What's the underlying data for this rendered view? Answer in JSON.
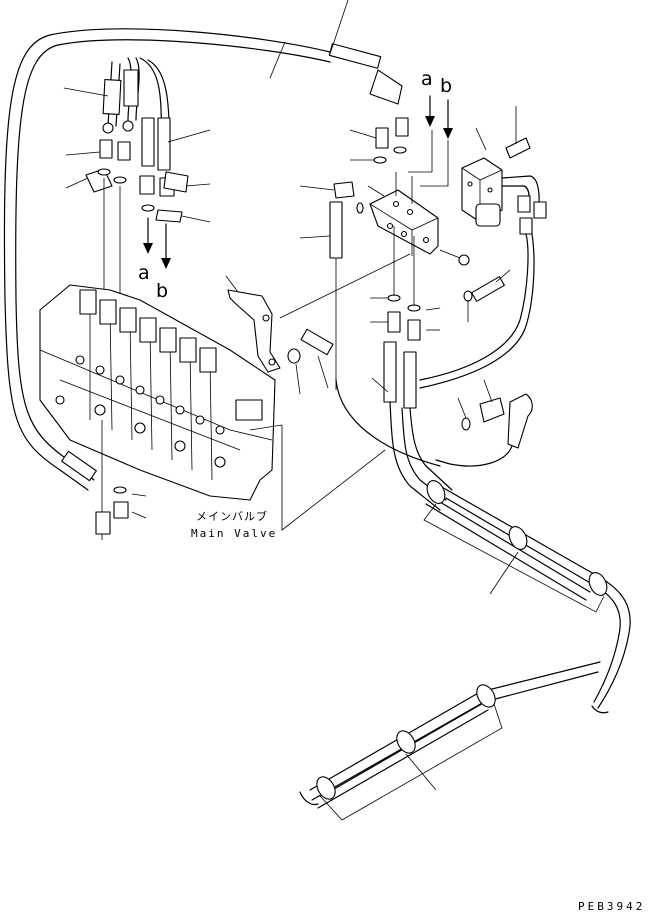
{
  "arrows": {
    "top_a": "a",
    "top_b": "b",
    "left_a": "a",
    "left_b": "b"
  },
  "main_valve": {
    "label_jp": "メインバルブ",
    "label_en": "Main Valve"
  },
  "drawing_code": "PEB3942"
}
